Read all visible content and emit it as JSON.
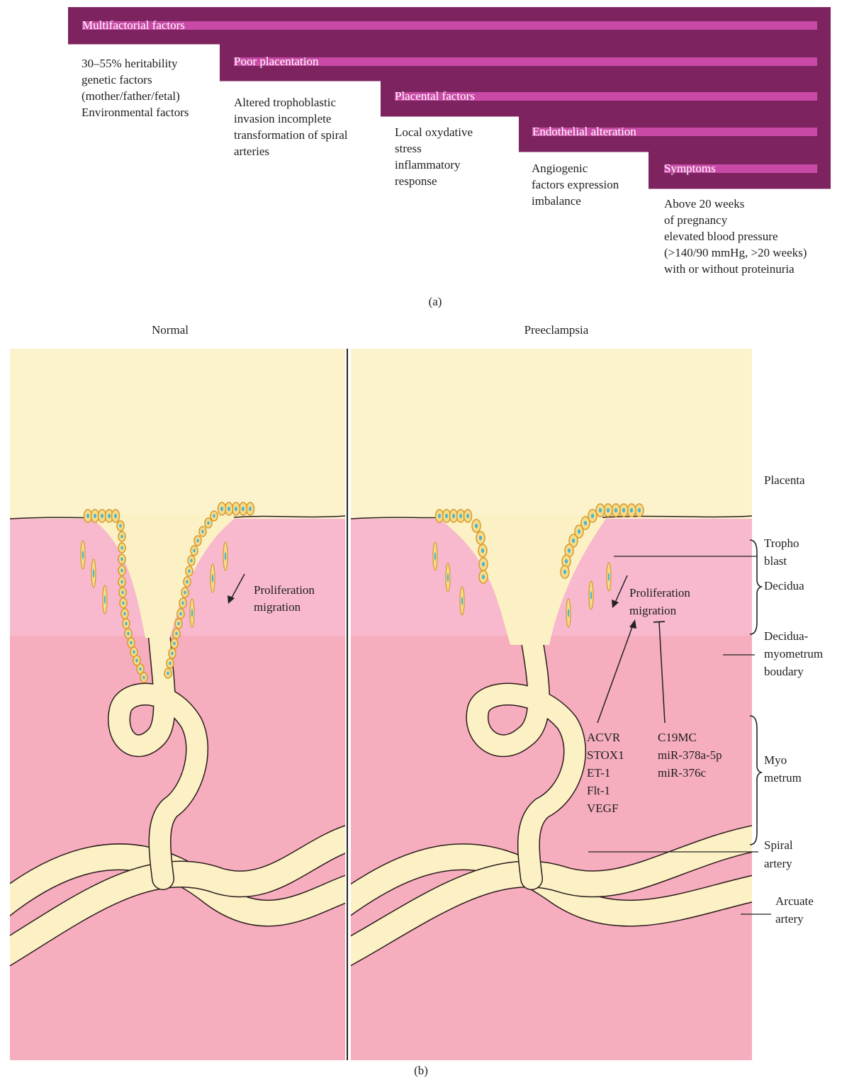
{
  "colors": {
    "bar_dark": "#7d2460",
    "bar_light": "#c94aa6",
    "bar_text": "#ffffff",
    "placenta": "#fcf3cd",
    "decidua": "#f8b8cd",
    "myometrum": "#f6aebf",
    "artery_fill": "#fcf1c4",
    "artery_stroke": "#2b1b1b",
    "cell_fill": "#f5dc8a",
    "cell_border": "#d4992d",
    "nucleus": "#4ab5d5"
  },
  "panel_a": {
    "caption": "(a)",
    "steps": [
      {
        "label": "Multifactorial factors",
        "description": "30–55% heritability\ngenetic factors\n(mother/father/fetal)\nEnvironmental factors"
      },
      {
        "label": "Poor placentation",
        "description": "Altered trophoblastic\ninvasion incomplete\ntransformation of spiral\narteries"
      },
      {
        "label": "Placental factors",
        "description": "Local oxydative\nstress\ninflammatory\nresponse"
      },
      {
        "label": "Endothelial alteration",
        "description": "Angiogenic\nfactors expression\nimbalance"
      },
      {
        "label": "Symptoms",
        "description": "Above 20 weeks\nof pregnancy\nelevated blood pressure\n(>140/90 mmHg, >20 weeks)\nwith or without proteinuria"
      }
    ]
  },
  "panel_b": {
    "caption": "(b)",
    "left_title": "Normal",
    "right_title": "Preeclampsia",
    "normal_annotation": [
      "Proliferation",
      "migration"
    ],
    "pe_annotation": [
      "Proliferation",
      "migration"
    ],
    "promoters": [
      "ACVR",
      "STOX1",
      "ET-1",
      "Flt-1",
      "VEGF"
    ],
    "inhibitors": [
      "C19MC",
      "miR-378a-5p",
      "miR-376c"
    ],
    "layer_labels": {
      "placenta": [
        "Placenta"
      ],
      "trophoblast": [
        "Tropho",
        "blast"
      ],
      "decidua": [
        "Decidua"
      ],
      "boundary": [
        "Decidua-",
        "myometrum",
        "boudary"
      ],
      "myometrum": [
        "Myo",
        "metrum"
      ],
      "spiral_artery": [
        "Spiral",
        "artery"
      ],
      "arcuate_artery": [
        "Arcuate",
        "artery"
      ]
    }
  }
}
